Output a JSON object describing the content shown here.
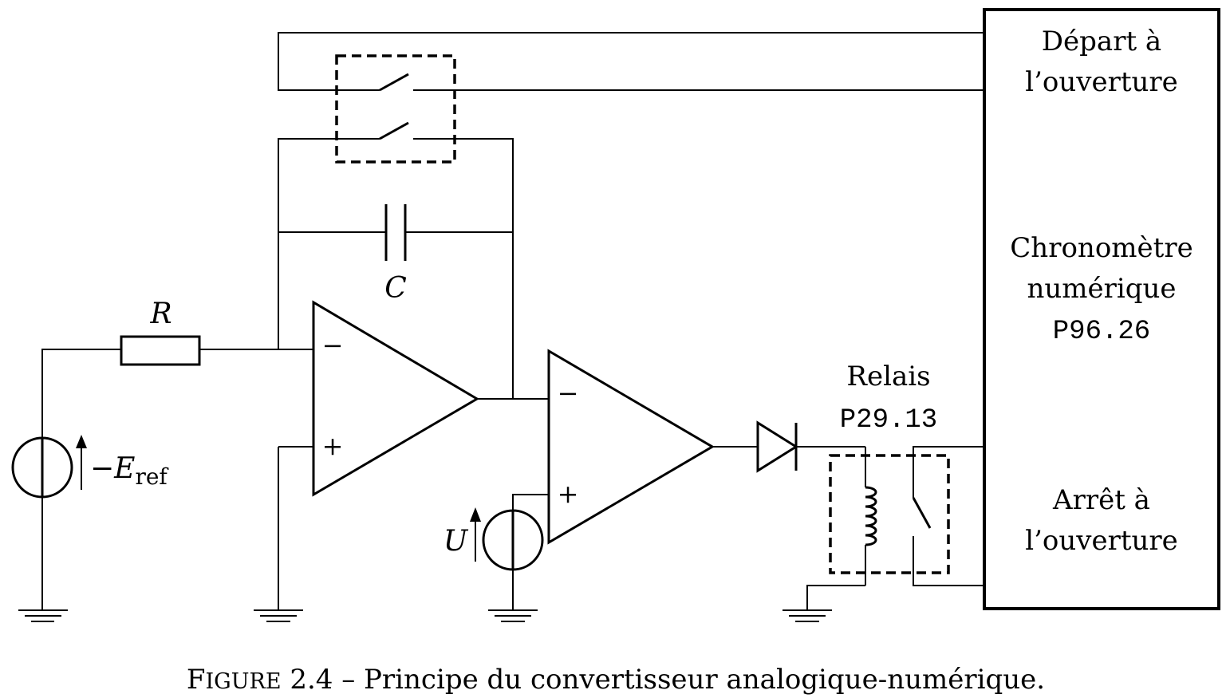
{
  "components": {
    "resistor_label": "R",
    "capacitor_label": "C",
    "source_ref_minus": "−",
    "source_ref_symbol": "E",
    "source_ref_subscript": "ref",
    "source_u_label": "U",
    "opamp1_minus": "−",
    "opamp1_plus": "+",
    "opamp2_minus": "−",
    "opamp2_plus": "+"
  },
  "relay": {
    "name": "Relais",
    "ref": "P29.13"
  },
  "chronometer": {
    "start_line1": "Départ à",
    "start_line2": "l’ouverture",
    "name_line1": "Chronomètre",
    "name_line2": "numérique",
    "ref": "P96.26",
    "stop_line1": "Arrêt à",
    "stop_line2": "l’ouverture"
  },
  "caption": {
    "figure_F": "F",
    "figure_rest": "IGURE",
    "text": " 2.4 – Principe du convertisseur analogique-numérique."
  }
}
